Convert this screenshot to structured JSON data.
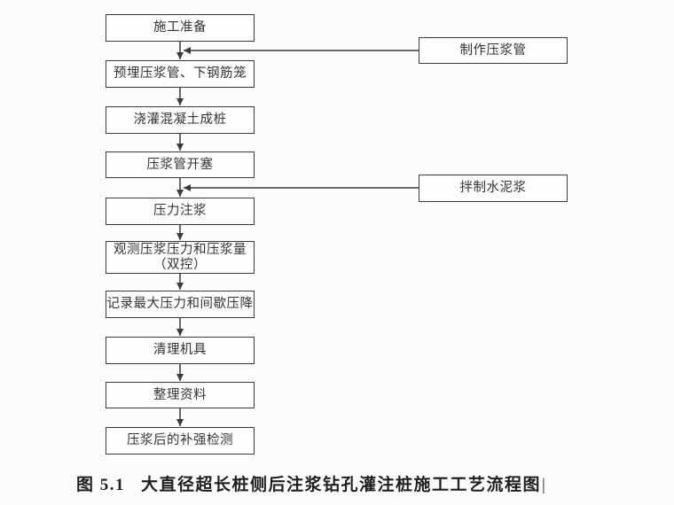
{
  "flow": {
    "steps": [
      {
        "label": "施工准备"
      },
      {
        "label": "预埋压浆管、下钢筋笼"
      },
      {
        "label": "浇灌混凝土成桩"
      },
      {
        "label": "压浆管开塞"
      },
      {
        "label": "压力注浆"
      },
      {
        "label": "观测压浆压力和压浆量",
        "label2": "（双控）"
      },
      {
        "label": "记录最大压力和间歇压降"
      },
      {
        "label": "清理机具"
      },
      {
        "label": "整理资料"
      },
      {
        "label": "压浆后的补强检测"
      }
    ],
    "side_inputs": [
      {
        "label": "制作压浆管",
        "joins_arrow_into": "预埋压浆管、下钢筋笼"
      },
      {
        "label": "拌制水泥浆",
        "joins_arrow_into": "压力注浆"
      }
    ]
  },
  "caption": {
    "figure_label": "图 5.1",
    "title": "大直径超长桩侧后注浆钻孔灌注桩施工工艺流程图",
    "cursor": "|"
  },
  "colors": {
    "background": "#fcfcfc",
    "box_fill": "#fdfdfd",
    "box_border": "#3a3a3a",
    "box_text": "#333333",
    "line": "#3a3a3a",
    "caption_text": "#1f1f1f"
  }
}
